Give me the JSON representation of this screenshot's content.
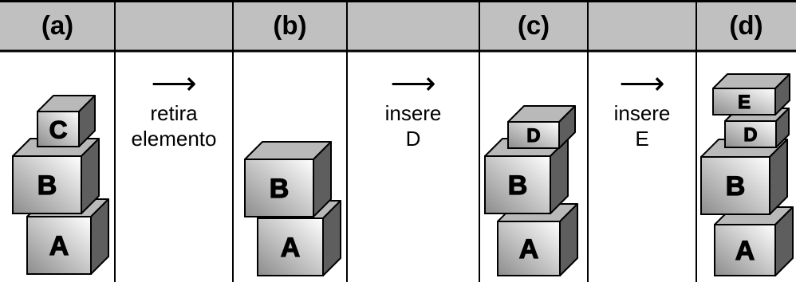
{
  "headers": [
    "(a)",
    "",
    "(b)",
    "",
    "(c)",
    "",
    "(d)"
  ],
  "operations": [
    {
      "arrow": "⟶",
      "lines": [
        "retira",
        "elemento"
      ]
    },
    {
      "arrow": "⟶",
      "lines": [
        "insere",
        "D"
      ]
    },
    {
      "arrow": "⟶",
      "lines": [
        "insere",
        "E"
      ]
    }
  ],
  "stacks": [
    {
      "column": "(a)",
      "blocks": [
        "A",
        "B",
        "C"
      ]
    },
    {
      "column": "(b)",
      "blocks": [
        "A",
        "B"
      ]
    },
    {
      "column": "(c)",
      "blocks": [
        "A",
        "B",
        "D"
      ]
    },
    {
      "column": "(d)",
      "blocks": [
        "A",
        "B",
        "D",
        "E"
      ]
    }
  ],
  "colors": {
    "header_fill": "#c0c0c0",
    "grid_line": "#000000",
    "cube_front_light": "#ffffff",
    "cube_front_dark": "#8c8c8c",
    "cube_top": "#b9b9b9",
    "cube_side": "#5e5e5e"
  }
}
